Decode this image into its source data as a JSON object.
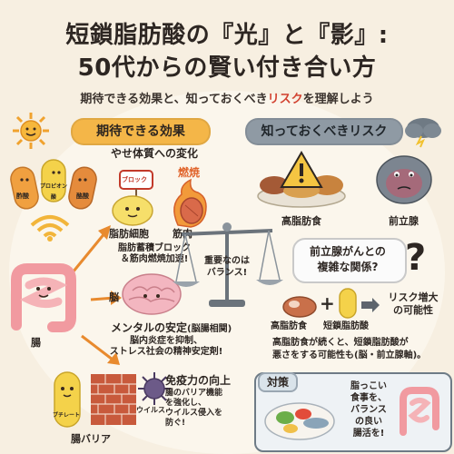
{
  "header": {
    "title_line1": "短鎖脂肪酸の『光』と『影』:",
    "title_line2": "50代からの賢い付き合い方",
    "subtitle_pre": "期待できる効果と、知っておくべき",
    "subtitle_highlight": "リスク",
    "subtitle_post": "を理解しよう"
  },
  "left_panel": {
    "banner": "期待できる効果",
    "pill_labels": [
      "酢酸",
      "プロピオン酸",
      "酪酸"
    ],
    "weight": {
      "heading": "やせ体質への変化",
      "sign": "ブロック",
      "burn": "燃焼",
      "fat_cell": "脂肪細胞",
      "muscle": "筋肉",
      "caption_line1": "脂肪蓄積ブロック",
      "caption_line2": "＆筋肉燃焼加速!"
    },
    "gut_label": "腸",
    "brain_label": "脳",
    "mental": {
      "heading": "メンタルの安定",
      "heading_sub": "(脳腸相関)",
      "caption_line1": "脳内炎症を抑制、",
      "caption_line2": "ストレス社会の精神安定剤!"
    },
    "immune": {
      "pill_label": "ブチレート",
      "virus_label": "ウイルス",
      "heading": "免疫力の向上",
      "caption_line1": "腸のバリア機能",
      "caption_line2": "を強化し、",
      "caption_line3": "ウイルス侵入を",
      "caption_line4": "防ぐ!",
      "barrier_label": "腸バリア"
    }
  },
  "center": {
    "balance_line1": "重要なのは",
    "balance_line2": "バランス!"
  },
  "right_panel": {
    "banner": "知っておくべきリスク",
    "high_fat_label": "高脂肪食",
    "prostate_label": "前立腺",
    "question_line1": "前立腺がんとの",
    "question_line2": "複雑な関係?",
    "question_mark": "?",
    "eq_left": "高脂肪食",
    "eq_plus": "+",
    "eq_right": "短鎖脂肪酸",
    "eq_result_line1": "リスク増大",
    "eq_result_line2": "の可能性",
    "warning_line1": "高脂肪食が続くと、短鎖脂肪酸が",
    "warning_line2": "悪さをする可能性も(脳・前立腺軸)。",
    "tip": {
      "badge": "対策",
      "line1": "脂っこい",
      "line2": "食事を、",
      "line3": "バランス",
      "line4": "の良い",
      "line5": "腸活を!"
    }
  },
  "colors": {
    "background": "#f7efe1",
    "accent_orange": "#f4b648",
    "risk_gray": "#8f9aa4",
    "highlight_red": "#d2412f"
  }
}
